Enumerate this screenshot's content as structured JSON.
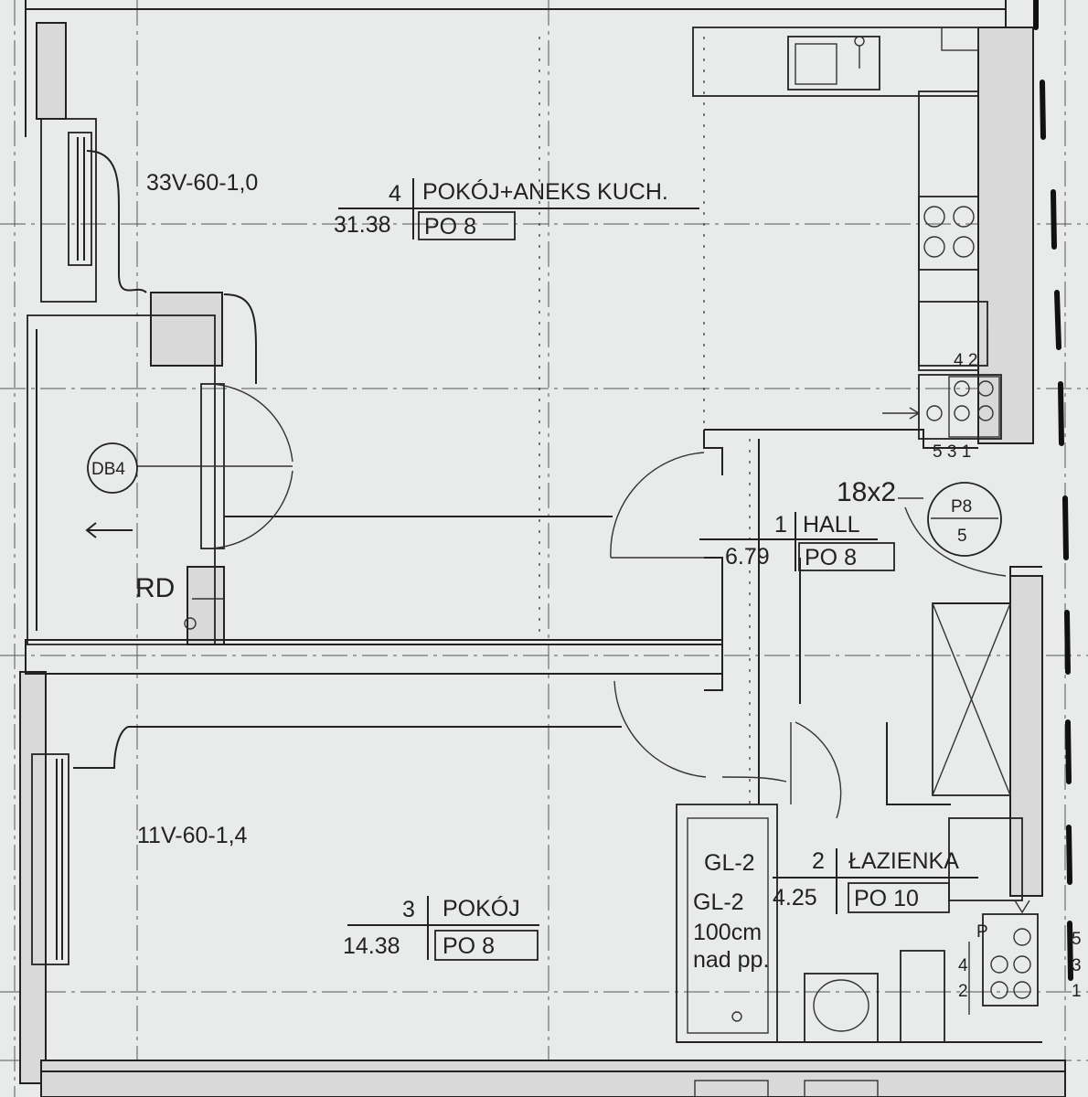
{
  "rooms": [
    {
      "number": "4",
      "name": "POKÓJ+ANEKS KUCH.",
      "area": "31.38",
      "floor_code": "PO 8"
    },
    {
      "number": "1",
      "name": "HALL",
      "area": "6.79",
      "floor_code": "PO 8"
    },
    {
      "number": "2",
      "name": "ŁAZIENKA",
      "area": "4.25",
      "floor_code": "PO 10"
    },
    {
      "number": "3",
      "name": "POKÓJ",
      "area": "14.38",
      "floor_code": "PO 8"
    }
  ],
  "radiators": {
    "upper": "33V-60-1,0",
    "lower": "11V-60-1,4"
  },
  "door_tags": {
    "db": "DB4",
    "rd": "RD"
  },
  "stair_tag": {
    "count": "18x2",
    "top": "P8",
    "bottom": "5"
  },
  "bath_tags": {
    "gl_top": "GL-2",
    "gl_mid": "GL-2",
    "height_1": "100cm",
    "height_2": "nad pp."
  },
  "riser_kitchen": {
    "top": "4 2",
    "bottom": "5 3 1"
  },
  "riser_bath": {
    "p": "P",
    "side_1": "5",
    "side_2": "3",
    "side_3": "1",
    "inner_1": "4",
    "inner_2": "2"
  }
}
